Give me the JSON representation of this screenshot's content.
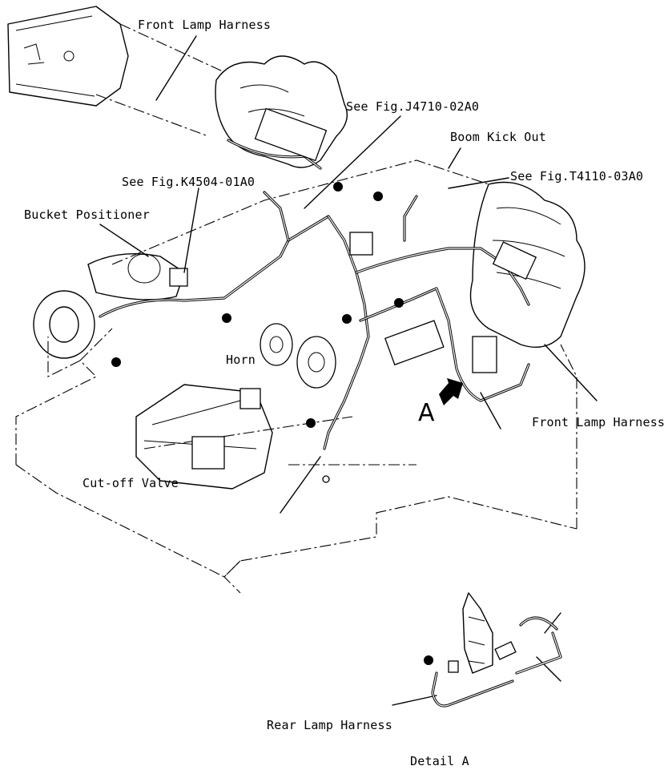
{
  "labels": {
    "front_lamp_harness_top": "Front Lamp Harness",
    "see_fig_j4710": "See Fig.J4710-02A0",
    "boom_kick_out": "Boom Kick Out",
    "see_fig_t4110": "See Fig.T4110-03A0",
    "see_fig_k4504": "See Fig.K4504-01A0",
    "bucket_positioner": "Bucket Positioner",
    "horn": "Horn",
    "front_lamp_harness_right": "Front Lamp Harness",
    "view_marker": "A",
    "cut_off_valve": "Cut-off Valve",
    "rear_lamp_harness": "Rear Lamp Harness",
    "detail_caption": "Detail A"
  }
}
